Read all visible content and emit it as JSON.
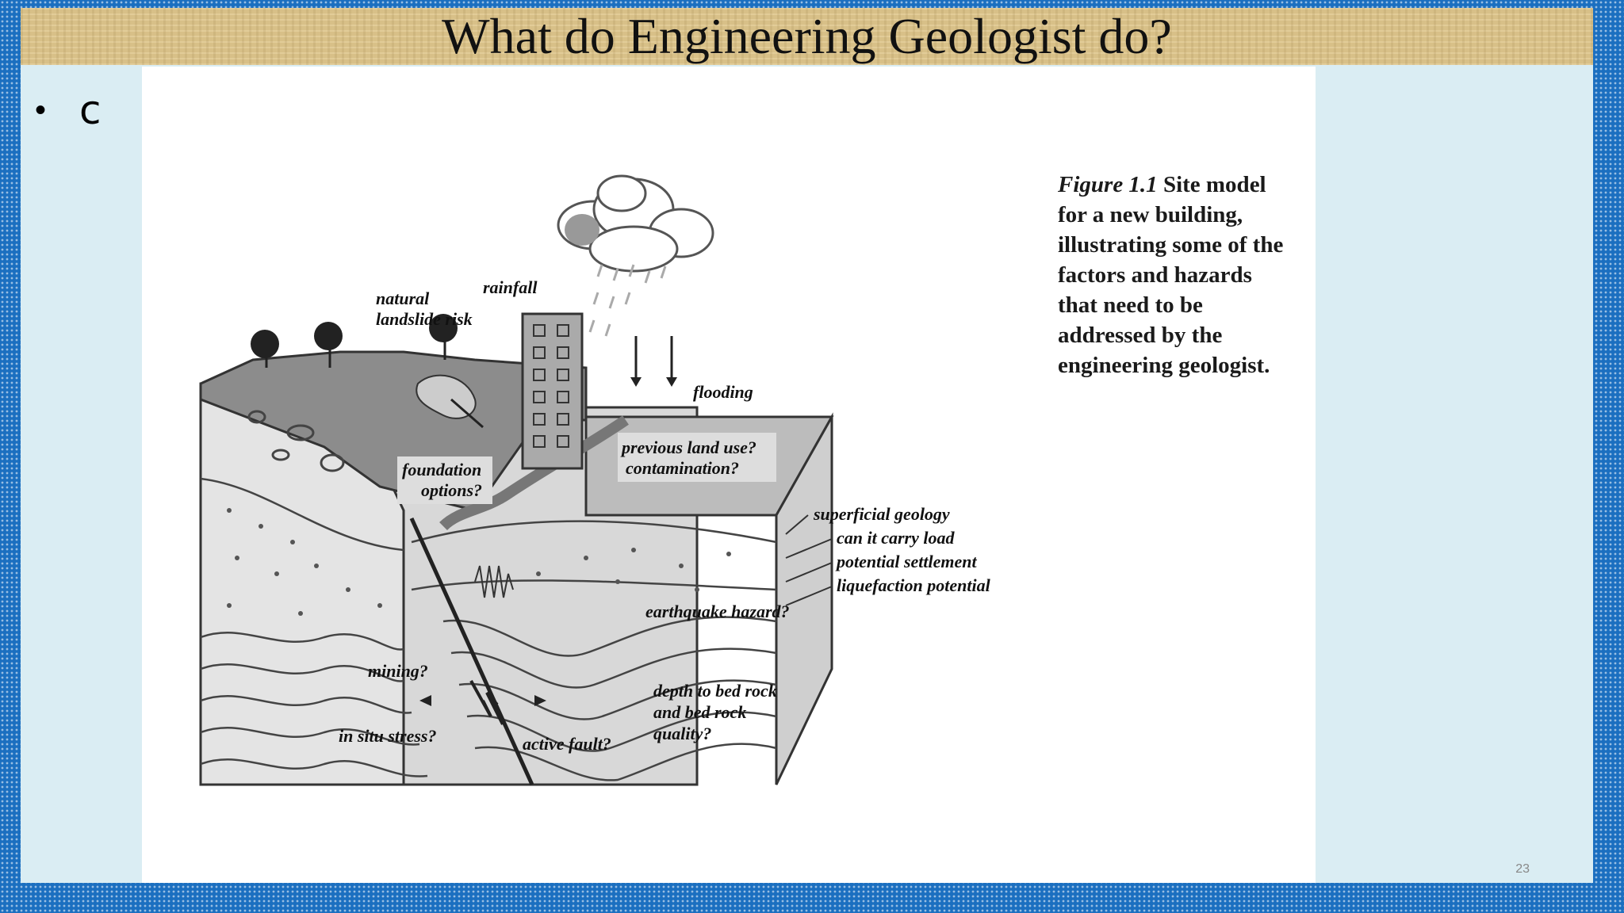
{
  "slide": {
    "title": "What do Engineering Geologist do?",
    "bullet": "c",
    "page_number": "23"
  },
  "figure": {
    "caption_label": "Figure 1.1",
    "caption_text": "Site model for a new building, illustrating some of the factors and hazards that need to be addressed by the engineering geologist.",
    "labels": {
      "natural_landslide": [
        "natural",
        "landslide risk"
      ],
      "rainfall": "rainfall",
      "flooding": "flooding",
      "foundation": [
        "foundation",
        "options?"
      ],
      "previous_land_use": [
        "previous land use?",
        "contamination?"
      ],
      "superficial": [
        "superficial geology",
        "can it carry load",
        "potential settlement",
        "liquefaction potential"
      ],
      "earthquake": "earthquake hazard?",
      "mining": "mining?",
      "in_situ_stress": "in situ stress?",
      "active_fault": "active fault?",
      "bedrock": [
        "depth to bed rock",
        "and bed rock",
        "quality?"
      ]
    }
  },
  "colors": {
    "background": "#1b6fc0",
    "slide": "#daedf3",
    "title_bar": "#d8c088"
  }
}
